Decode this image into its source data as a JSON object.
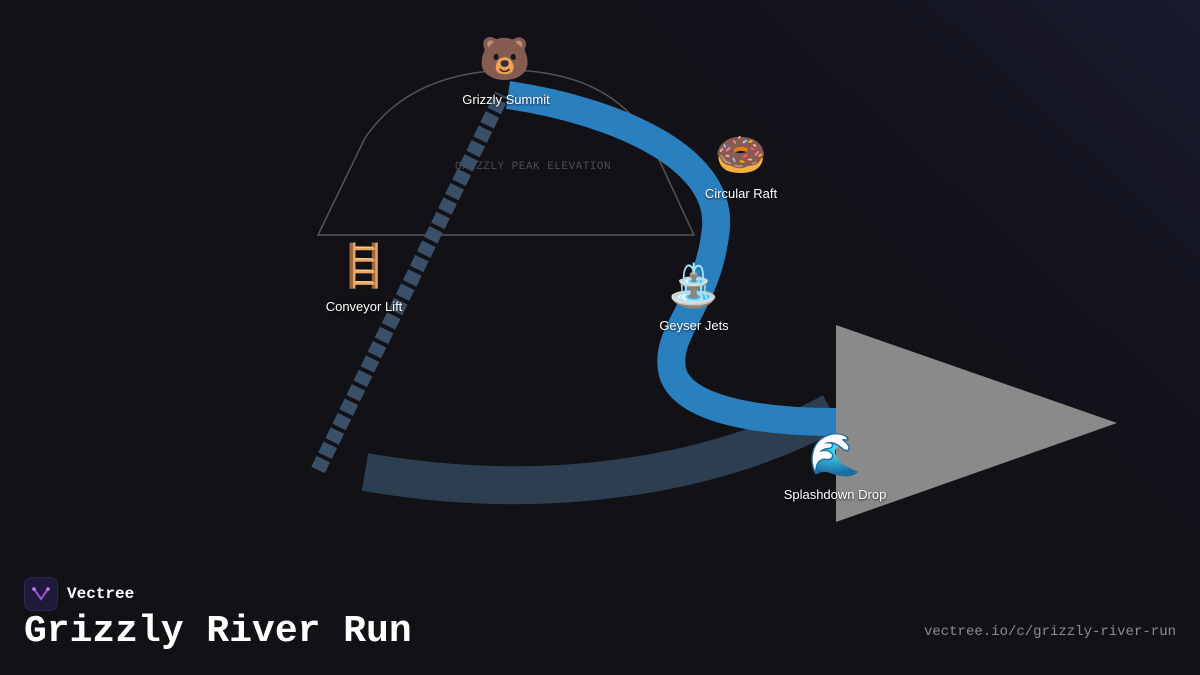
{
  "diagram": {
    "mountain_caption": "GRIZZLY PEAK ELEVATION",
    "points": [
      {
        "id": "summit",
        "label": "Grizzly Summit",
        "icon": "bear-icon",
        "glyph": "🐻"
      },
      {
        "id": "raft",
        "label": "Circular Raft",
        "icon": "donut-icon",
        "glyph": "🍩"
      },
      {
        "id": "geyser",
        "label": "Geyser Jets",
        "icon": "fountain-icon",
        "glyph": "⛲"
      },
      {
        "id": "splash",
        "label": "Splashdown Drop",
        "icon": "wave-icon",
        "glyph": "🌊"
      },
      {
        "id": "lift",
        "label": "Conveyor Lift",
        "icon": "ladder-icon",
        "glyph": "🪜"
      }
    ],
    "colors": {
      "river": "#2a7fbf",
      "return_path": "#2c3e50",
      "lift_track": "#3a5068",
      "mountain_outline": "#555555",
      "arrow": "#8a8a8a"
    }
  },
  "footer": {
    "brand": "Vectree",
    "title": "Grizzly River Run",
    "url": "vectree.io/c/grizzly-river-run"
  }
}
